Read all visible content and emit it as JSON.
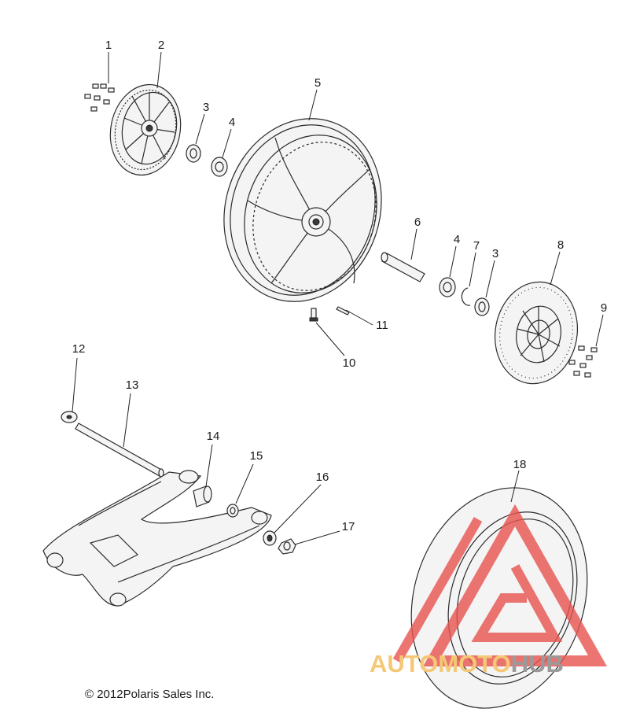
{
  "diagram": {
    "callouts": [
      {
        "id": "c1",
        "label": "1"
      },
      {
        "id": "c2",
        "label": "2"
      },
      {
        "id": "c3a",
        "label": "3"
      },
      {
        "id": "c4a",
        "label": "4"
      },
      {
        "id": "c5",
        "label": "5"
      },
      {
        "id": "c6",
        "label": "6"
      },
      {
        "id": "c4b",
        "label": "4"
      },
      {
        "id": "c7",
        "label": "7"
      },
      {
        "id": "c3b",
        "label": "3"
      },
      {
        "id": "c8",
        "label": "8"
      },
      {
        "id": "c9",
        "label": "9"
      },
      {
        "id": "c11",
        "label": "11"
      },
      {
        "id": "c10",
        "label": "10"
      },
      {
        "id": "c12",
        "label": "12"
      },
      {
        "id": "c13",
        "label": "13"
      },
      {
        "id": "c14",
        "label": "14"
      },
      {
        "id": "c15",
        "label": "15"
      },
      {
        "id": "c16",
        "label": "16"
      },
      {
        "id": "c17",
        "label": "17"
      },
      {
        "id": "c18",
        "label": "18"
      }
    ],
    "copyright": "© 2012Polaris Sales Inc."
  },
  "watermark": {
    "word_part_a": "AUTOMOTO",
    "word_part_b": "HUB",
    "color_accent": "#f5c875",
    "color_red": "#e8534f",
    "color_gray": "#9a9a9a"
  }
}
